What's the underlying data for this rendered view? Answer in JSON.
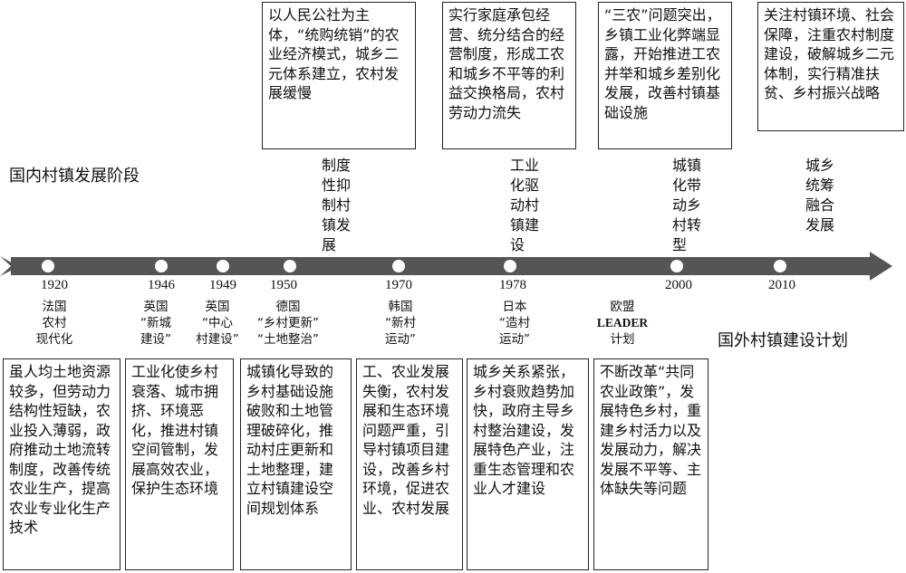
{
  "domestic": {
    "title": "国内村镇发展阶段",
    "descriptions": [
      "以人民公社为主体，“统购统销”的农业经济模式，城乡二元体系建立，农村发展缓慢",
      "实行家庭承包经营、统分结合的经营制度，形成工农和城乡不平等的利益交换格局，农村劳动力流失",
      "“三农”问题突出，乡镇工业化弊端显露，开始推进工农并举和城乡差别化发展，改善村镇基础设施",
      "关注村镇环境、社会保障，注重农村制度建设，破解城乡二元体制，实行精准扶贫、乡村振兴战略"
    ],
    "stages": [
      "制度性抑制村镇发展",
      "工业化驱动村镇建设",
      "城镇化带动乡村转型",
      "城乡统筹融合发展"
    ]
  },
  "timeline": {
    "years": [
      "1920",
      "1946",
      "1949",
      "1950",
      "1970",
      "1978",
      "2000",
      "2010"
    ]
  },
  "foreign": {
    "title": "国外村镇建设计划",
    "plans": [
      [
        "法国",
        "农村",
        "现代化"
      ],
      [
        "英国",
        "“新城",
        "建设”"
      ],
      [
        "英国",
        "“中心",
        "村建设”"
      ],
      [
        "德国",
        "“乡村更新”",
        "“土地整治”"
      ],
      [
        "韩国",
        "“新村",
        "运动”"
      ],
      [
        "日本",
        "“造村",
        "运动”"
      ],
      [
        "欧盟",
        "LEADER",
        "计划"
      ]
    ],
    "descriptions": [
      "虽人均土地资源较多，但劳动力结构性短缺，农业投入薄弱，政府推动土地流转制度，改善传统农业生产，提高农业专业化生产技术",
      "工业化使乡村衰落、城市拥挤、环境恶化，推进村镇空间管制，发展高效农业，保护生态环境",
      "城镇化导致的乡村基础设施破败和土地管理破碎化，推动村庄更新和土地整理，建立村镇建设空间规划体系",
      "工、农业发展失衡，农村发展和生态环境问题严重，引导村镇项目建设，改善乡村环境，促进农业、农村发展",
      "城乡关系紧张，乡村衰败趋势加快，政府主导乡村整治建设，发展特色产业，注重生态管理和农业人才建设",
      "不断改革“共同农业政策”，发展特色乡村，重建乡村活力以及发展动力，解决发展不平等、主体缺失等问题"
    ]
  }
}
